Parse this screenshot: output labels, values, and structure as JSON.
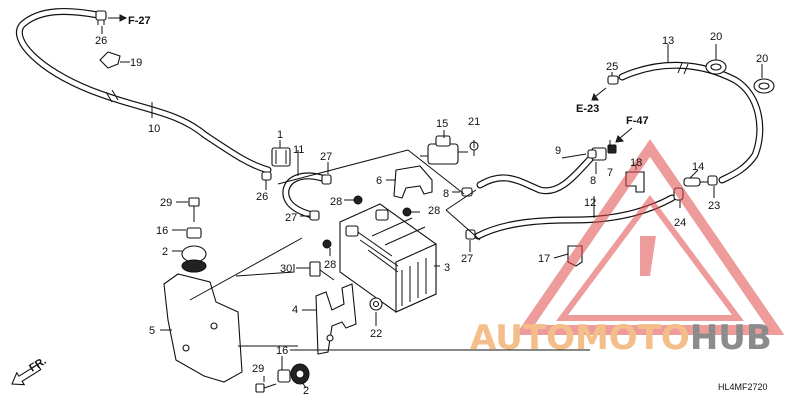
{
  "diagram": {
    "callouts": {
      "c1": "1",
      "c2a": "2",
      "c2b": "2",
      "c3": "3",
      "c4": "4",
      "c5": "5",
      "c6": "6",
      "c7": "7",
      "c8a": "8",
      "c8b": "8",
      "c9": "9",
      "c10": "10",
      "c11": "11",
      "c12": "12",
      "c13": "13",
      "c14": "14",
      "c15": "15",
      "c16a": "16",
      "c16b": "16",
      "c17": "17",
      "c18": "18",
      "c19": "19",
      "c20a": "20",
      "c20b": "20",
      "c21": "21",
      "c22": "22",
      "c23": "23",
      "c24": "24",
      "c25": "25",
      "c26a": "26",
      "c26b": "26",
      "c27a": "27",
      "c27b": "27",
      "c27c": "27",
      "c28a": "28",
      "c28b": "28",
      "c28c": "28",
      "c29a": "29",
      "c29b": "29",
      "c30": "30"
    },
    "references": {
      "f27": "F-27",
      "e23": "E-23",
      "f47": "F-47"
    },
    "front_marker": "FR.",
    "diagram_code": "HL4MF2720"
  },
  "watermark": {
    "word_part1": "AUTOMOTO",
    "word_part2": "HUB",
    "color_orange": "#f3be8a",
    "color_gray": "#8c8c8c",
    "color_red": "#e04a4a"
  }
}
